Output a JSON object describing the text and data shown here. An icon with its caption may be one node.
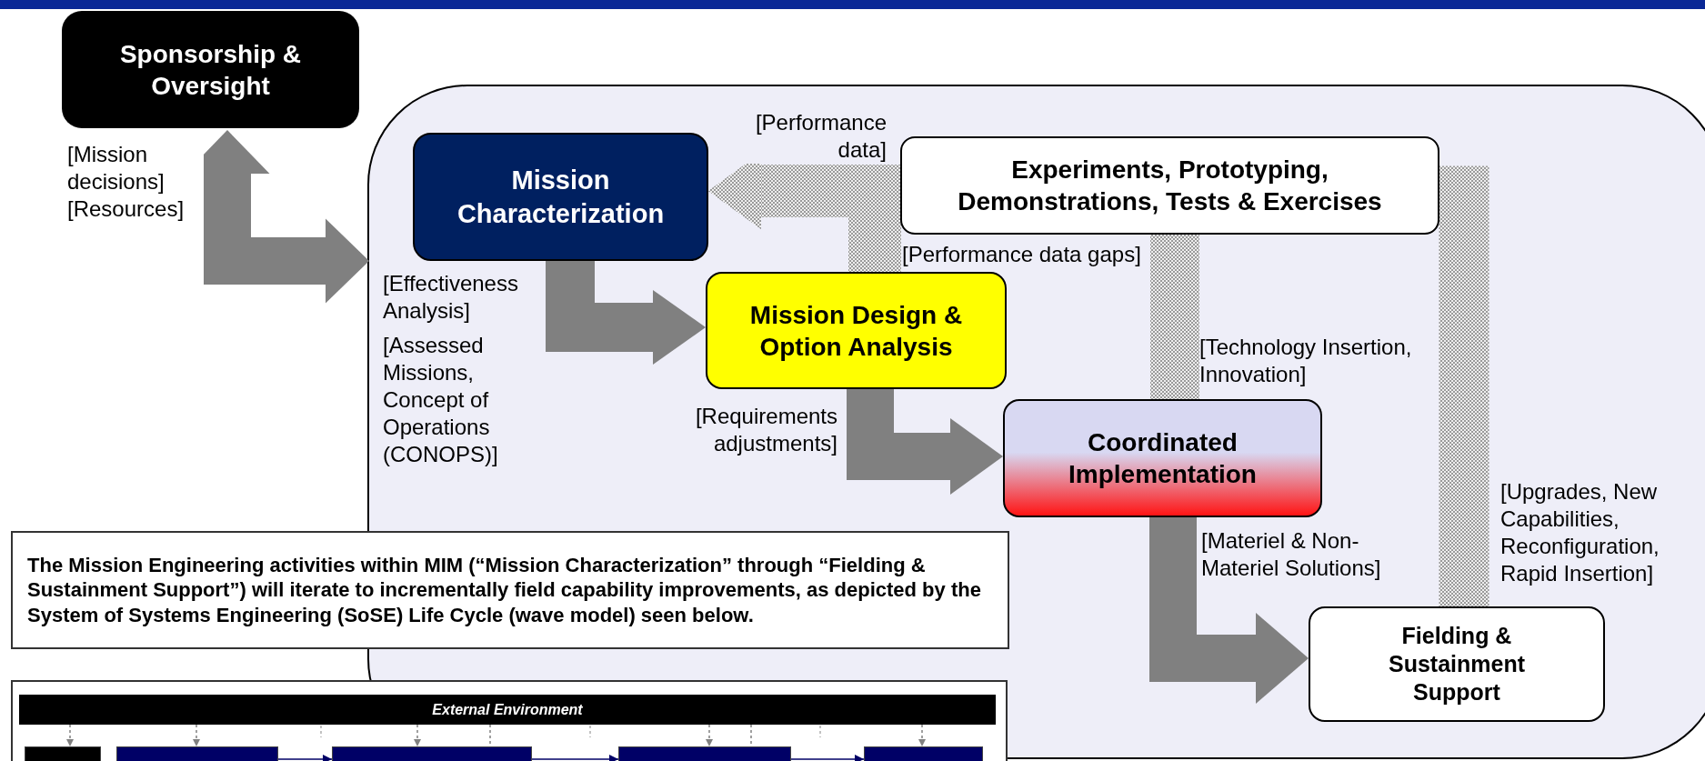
{
  "diagram": {
    "nodes": [
      {
        "text": [
          "Sponsorship & Oversight"
        ]
      },
      {
        "text": [],
        "shape": "box"
      },
      {
        "text": [
          "Mission Characterization"
        ],
        "in": 1
      },
      {
        "text": [
          "Experiments, Prototyping, Demonstrations, Tests & Exercises"
        ],
        "in": 1
      },
      {
        "text": [
          "Mission Design & Option Analysis"
        ],
        "in": 1
      },
      {
        "text": [
          "Coordinated Implementation"
        ],
        "in": 1
      },
      {
        "text": [
          "Fielding & Sustainment Support"
        ],
        "in": 1
      },
      {
        "text": [
          "The Mission Engineering activities within MIM (“Mission Characterization” through “Fielding & Sustainment Support”) will iterate to incrementally field capability improvements, as depicted by the System of Systems Engineering (SoSE) Life Cycle (wave model) seen below."
        ]
      },
      {
        "text": [],
        "shape": "box"
      },
      {
        "text": [
          "External Environment"
        ],
        "in": 8
      },
      {
        "text": [],
        "shape": "box",
        "in": 8
      },
      {
        "text": [],
        "shape": "box",
        "in": 8
      },
      {
        "text": [],
        "shape": "box",
        "in": 8
      },
      {
        "text": [],
        "shape": "box",
        "in": 8
      },
      {
        "text": [],
        "shape": "box",
        "in": 8
      }
    ],
    "edges": [
      {
        "from": 0,
        "to": 1,
        "arrow": "both",
        "style": "thick",
        "label": "[Mission decisions] [Resources]"
      },
      {
        "from": 2,
        "to": 4,
        "arrow": "to",
        "style": "thick",
        "label": "[Effectiveness Analysis]"
      },
      {
        "from": 4,
        "to": 5,
        "arrow": "to",
        "style": "thick",
        "label": "[Requirements adjustments]"
      },
      {
        "from": 5,
        "to": 6,
        "arrow": "to",
        "style": "thick",
        "label": "[Materiel & Non-Materiel Solutions]"
      },
      {
        "from": 4,
        "to": 2,
        "arrow": "to",
        "style": "thick",
        "color": "#9a9a9a",
        "label": "[Performance data gaps]"
      },
      {
        "from": 5,
        "to": 3,
        "arrow": "none",
        "style": "thick",
        "color": "#9a9a9a",
        "label": "[Technology Insertion, Innovation]"
      },
      {
        "from": 6,
        "to": 3,
        "arrow": "none",
        "style": "thick",
        "color": "#9a9a9a",
        "label": "[Upgrades, New Capabilities, Reconfiguration, Rapid Insertion]"
      },
      {
        "from": 3,
        "to": 2,
        "arrow": "to",
        "style": "thick",
        "color": "#9a9a9a",
        "label": "[Performance data]"
      },
      {
        "from": 9,
        "to": 10,
        "arrow": "to",
        "style": "dashed"
      },
      {
        "from": 9,
        "to": 11,
        "arrow": "to",
        "style": "dashed"
      },
      {
        "from": 9,
        "to": 12,
        "arrow": "to",
        "style": "dashed"
      },
      {
        "from": 9,
        "to": 13,
        "arrow": "to",
        "style": "dashed"
      },
      {
        "from": 9,
        "to": 14,
        "arrow": "to",
        "style": "dashed"
      },
      {
        "from": 11,
        "to": 12,
        "arrow": "to",
        "color": "#000066"
      },
      {
        "from": 12,
        "to": 13,
        "arrow": "to",
        "color": "#000066"
      },
      {
        "from": 13,
        "to": 14,
        "arrow": "to",
        "color": "#000066"
      },
      {
        "from": 9,
        "to": 12,
        "arrow": "none",
        "style": "dashed"
      },
      {
        "from": 9,
        "to": 13,
        "arrow": "none",
        "style": "dashed"
      }
    ],
    "labels": [
      "[Assessed Missions, Concept of Operations (CONOPS)]"
    ]
  }
}
